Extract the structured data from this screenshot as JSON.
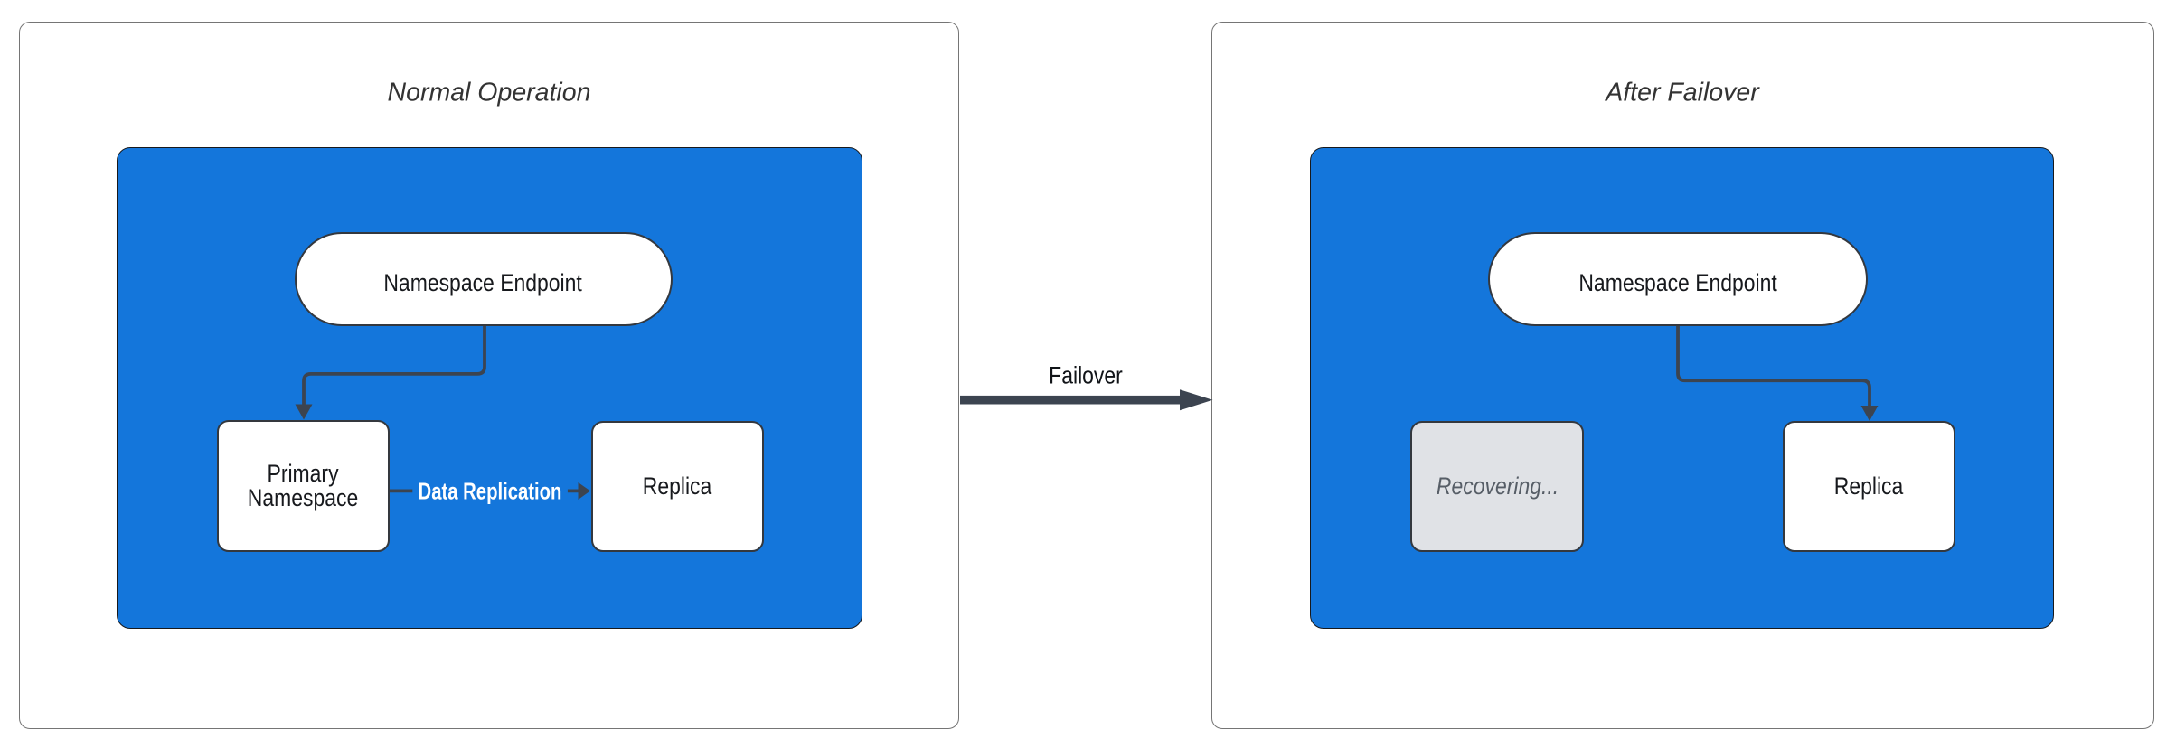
{
  "diagram": {
    "left_panel": {
      "title": "Normal Operation",
      "nodes": {
        "endpoint": "Namespace Endpoint",
        "primary": "Primary\nNamespace",
        "replica": "Replica"
      },
      "edges": {
        "replication_label": "Data Replication"
      }
    },
    "right_panel": {
      "title": "After Failover",
      "nodes": {
        "endpoint": "Namespace Endpoint",
        "recovering": "Recovering...",
        "replica": "Replica"
      }
    },
    "failover_label": "Failover"
  },
  "theme": {
    "blue": "#1476DB",
    "blue_border": "#17191c",
    "panel_border": "#757575",
    "node_border": "#34383E",
    "edge_color": "#3C4450",
    "text_color": "#17191D",
    "title_color": "#333333",
    "gray_fill": "#E0E2E6",
    "gray_text": "#565D66"
  }
}
